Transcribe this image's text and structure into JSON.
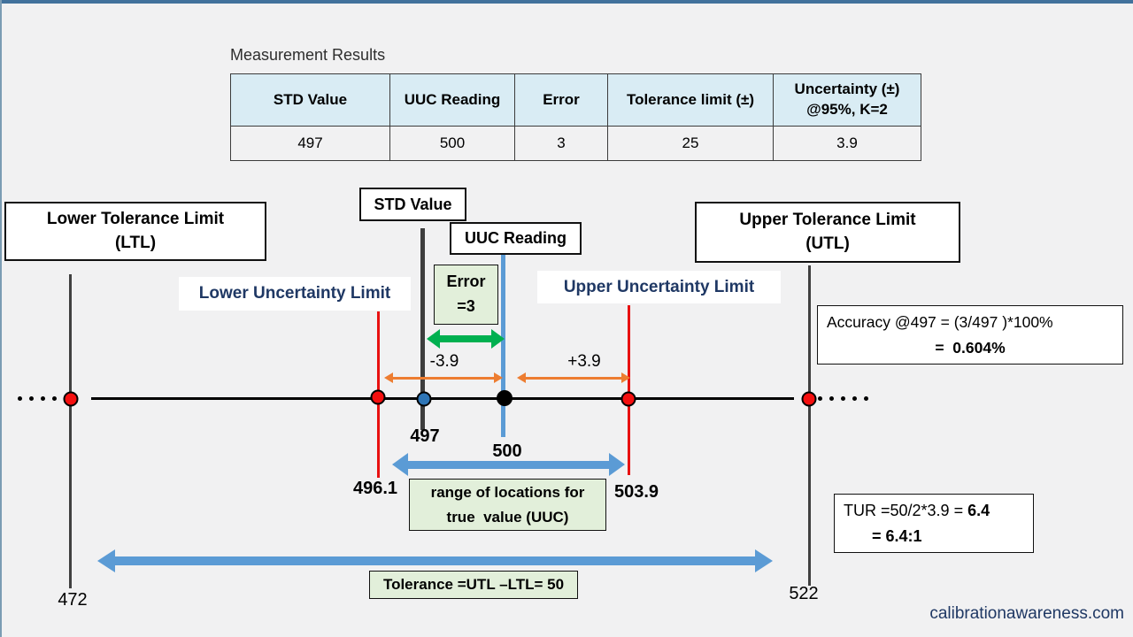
{
  "table": {
    "title": "Measurement Results",
    "headers": [
      "STD Value",
      "UUC Reading",
      "Error",
      "Tolerance limit (±)",
      "Uncertainty (±)\n@95%, K=2"
    ],
    "values": [
      "497",
      "500",
      "3",
      "25",
      "3.9"
    ]
  },
  "boxes": {
    "ltl": {
      "line1": "Lower Tolerance Limit",
      "line2": "(LTL)"
    },
    "utl": {
      "line1": "Upper Tolerance Limit",
      "line2": "(UTL)"
    },
    "std_value": "STD Value",
    "uuc_reading": "UUC Reading",
    "lower_uncertainty": "Lower Uncertainty Limit",
    "upper_uncertainty": "Upper Uncertainty Limit",
    "error": {
      "line1": "Error",
      "line2": "=3"
    },
    "range": {
      "line1": "range of locations for",
      "line2": "true  value (UUC)"
    },
    "tolerance": "Tolerance =UTL –LTL= 50",
    "accuracy": {
      "line1": "Accuracy @497 = (3/497 )*100%",
      "line2": "=  0.604%"
    },
    "tur": {
      "line1_prefix": "TUR =50/2*3.9 = ",
      "line1_bold": "6.4",
      "line2": "= 6.4:1"
    }
  },
  "axis": {
    "minus_uncertainty": "-3.9",
    "plus_uncertainty": "+3.9",
    "std_point": "497",
    "uuc_point": "500",
    "lower_uncertainty_value": "496.1",
    "upper_uncertainty_value": "503.9",
    "ltl_value": "472",
    "utl_value": "522"
  },
  "footer": "calibrationawareness.com",
  "colors": {
    "accent_bar": "#41719c",
    "red_line": "#e81111",
    "blue_arrow": "#5b9bd5",
    "green_arrow": "#00b050",
    "orange_arrow": "#ed7d31",
    "navy_text": "#1f3864",
    "table_header_bg": "#d9ecf4",
    "green_box_bg": "#e2efda"
  }
}
